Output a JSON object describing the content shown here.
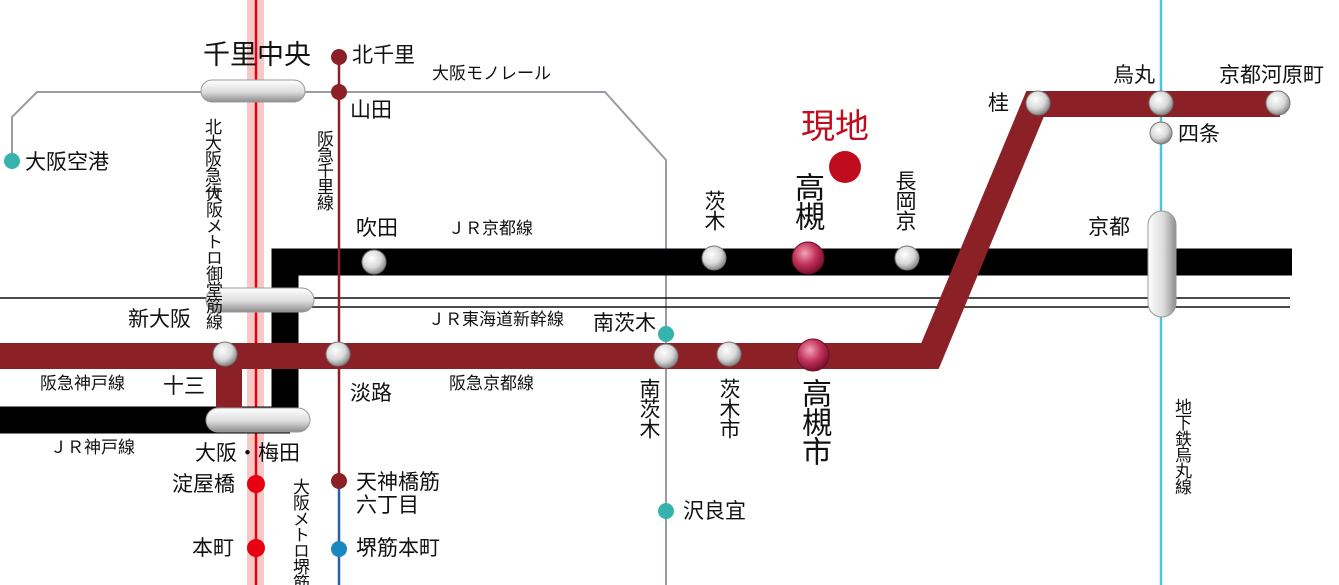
{
  "title_here": "現地",
  "lines": {
    "monorail": "大阪モノレール",
    "jr_kyoto": "ＪＲ京都線",
    "shinkansen": "ＪＲ東海道新幹線",
    "hankyu_kyoto": "阪急京都線",
    "hankyu_kobe": "阪急神戸線",
    "jr_kobe": "ＪＲ神戸線",
    "kita_osaka": "北大阪急行",
    "midosuji": "大阪メトロ御堂筋線",
    "senri": "阪急千里線",
    "sakaisuji": "大阪メトロ堺筋線",
    "karasuma": "地下鉄烏丸線"
  },
  "stations": {
    "senri_chuo": "千里中央",
    "kita_senri": "北千里",
    "yamada": "山田",
    "osaka_airport": "大阪空港",
    "suita": "吹田",
    "ibaraki": "茨木",
    "takatsuki": "高槻",
    "nagaokakyo": "長岡京",
    "kyoto": "京都",
    "katsura": "桂",
    "karasuma": "烏丸",
    "kawaramachi": "京都河原町",
    "shijo": "四条",
    "shin_osaka": "新大阪",
    "minami_ibaraki_mono": "南茨木",
    "awaji": "淡路",
    "minami_ibaraki": "南茨木",
    "ibaraki_shi": "茨木市",
    "takatsuki_shi": "高槻市",
    "juso": "十三",
    "umeda": "大阪・梅田",
    "yodoyabashi": "淀屋橋",
    "honmachi": "本町",
    "tenjinbashi": "天神橋筋\n六丁目",
    "sakaisuji_honmachi": "堺筋本町",
    "sawaragi": "沢良宜"
  },
  "colors": {
    "hankyu": "#8b2027",
    "jr": "#000000",
    "midosuji": "#e60012",
    "midosuji_band": "#f6c9c6",
    "monorail": "#9a9aa8",
    "karasuma": "#4cc3e8",
    "sakaisuji": "#2f5ea8",
    "teal": "#35b3ad",
    "here": "#c00d1e"
  }
}
